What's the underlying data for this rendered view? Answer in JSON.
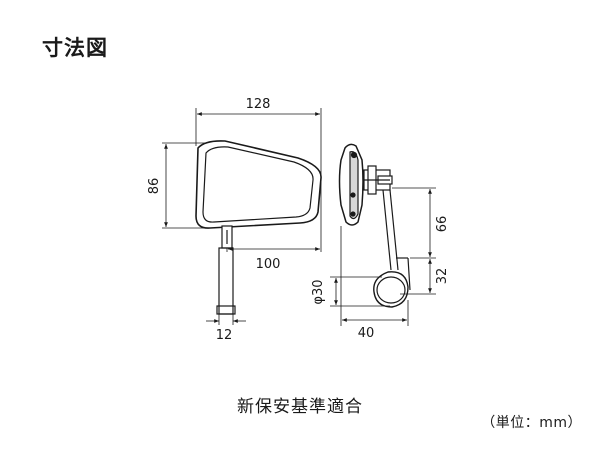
{
  "page": {
    "title": "寸法図",
    "footer": "新保安基準適合",
    "unit_note": "（単位：mm）"
  },
  "dimensions": {
    "width_top": "128",
    "height_left": "86",
    "arm_length": "100",
    "stem_width": "12",
    "side_height_upper": "66",
    "side_height_lower": "32",
    "clamp_diameter": "φ30",
    "clamp_depth": "40"
  },
  "colors": {
    "line": "#1a1a1a",
    "fill": "#ffffff"
  }
}
